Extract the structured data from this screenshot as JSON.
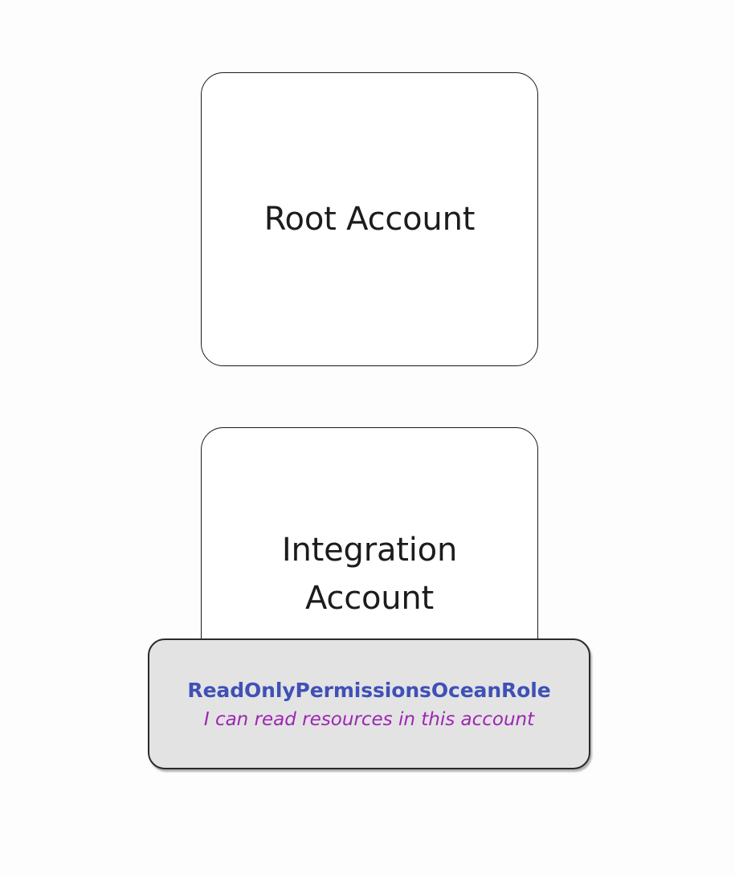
{
  "diagram": {
    "type": "aws-account-role-diagram",
    "background_color": "#fdfdfd",
    "nodes": [
      {
        "id": "root-account",
        "label": "Root Account",
        "shape": "rounded-rectangle",
        "fill": "#ffffff",
        "border_color": "#1a1a1a"
      },
      {
        "id": "integration-account",
        "label": "Integration\nAccount",
        "shape": "rounded-rectangle",
        "fill": "#ffffff",
        "border_color": "#1a1a1a"
      }
    ],
    "role_card": {
      "name": "ReadOnlyPermissionsOceanRole",
      "description": "I can read resources in this account",
      "fill": "#e3e3e4",
      "border_color": "#2a2a2a",
      "name_color": "#3f51b5",
      "description_color": "#9c27b0"
    }
  }
}
